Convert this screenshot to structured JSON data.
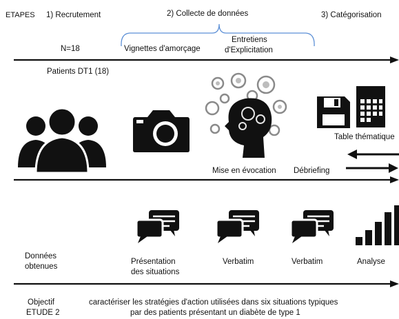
{
  "header": {
    "etapes": "ETAPES",
    "step1": "1) Recrutement",
    "step2": "2) Collecte de données",
    "step3": "3) Catégorisation"
  },
  "row1": {
    "n": "N=18",
    "vignettes": "Vignettes d'amorçage",
    "entretiens_line1": "Entretiens",
    "entretiens_line2": "d'Explicitation",
    "patients": "Patients DT1 (18)"
  },
  "row2": {
    "table": "Table thématique",
    "evocation": "Mise en évocation",
    "debriefing": "Débriefing"
  },
  "row3": {
    "donnees_line1": "Données",
    "donnees_line2": "obtenues",
    "presentation_line1": "Présentation",
    "presentation_line2": "des situations",
    "verbatim1": "Verbatim",
    "verbatim2": "Verbatim",
    "analyse": "Analyse"
  },
  "footer": {
    "objectif_line1": "Objectif",
    "objectif_line2": "ETUDE 2",
    "text_line1": "caractériser les stratégies d'action utilisées dans six situations typiques",
    "text_line2": "par des patients présentant un diabète de type 1"
  },
  "colors": {
    "brace": "#5b8fd6",
    "ink": "#111111"
  },
  "icons": [
    "people-icon",
    "camera-icon",
    "head-gears-icon",
    "floppy-disk-icon",
    "calendar-icon",
    "exchange-arrows-icon",
    "chat-bubbles-icon",
    "bar-chart-icon"
  ]
}
